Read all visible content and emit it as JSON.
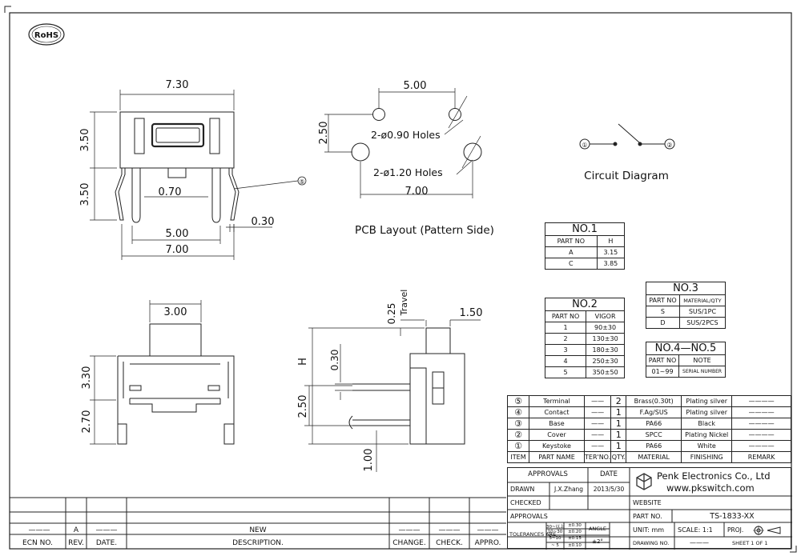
{
  "rohs_logo": "RoHS",
  "views": {
    "top": {
      "width": "7.30",
      "height_upper": "3.50",
      "height_lower": "3.50",
      "pin_gap": "0.70",
      "pin_pitch": "5.00",
      "total_width": "7.00",
      "pin_width": "0.30",
      "callout": "⑤"
    },
    "pcb": {
      "pitch_top": "5.00",
      "row_gap": "2.50",
      "small_holes": "2-ø0.90 Holes",
      "large_holes": "2-ø1.20 Holes",
      "pitch_bottom": "7.00",
      "caption": "PCB Layout (Pattern Side)"
    },
    "circuit": {
      "node1": "①",
      "node2": "②",
      "caption": "Circuit Diagram"
    },
    "front": {
      "knob_width": "3.00",
      "height_upper": "3.30",
      "height_lower": "2.70"
    },
    "side": {
      "travel": "0.25",
      "travel_label": "Travel",
      "knob": "1.50",
      "h": "H",
      "dim_030": "0.30",
      "dim_250": "2.50",
      "dim_100": "1.00"
    }
  },
  "table_no1": {
    "title": "NO.1",
    "headers": [
      "PART NO",
      "H"
    ],
    "rows": [
      [
        "A",
        "3.15"
      ],
      [
        "C",
        "3.85"
      ]
    ]
  },
  "table_no2": {
    "title": "NO.2",
    "headers": [
      "PART NO",
      "VIGOR"
    ],
    "rows": [
      [
        "1",
        "90±30"
      ],
      [
        "2",
        "130±30"
      ],
      [
        "3",
        "180±30"
      ],
      [
        "4",
        "250±30"
      ],
      [
        "5",
        "350±50"
      ]
    ]
  },
  "table_no3": {
    "title": "NO.3",
    "headers": [
      "PART NO",
      "MATERIAL/QTY"
    ],
    "rows": [
      [
        "S",
        "SUS/1PC"
      ],
      [
        "D",
        "SUS/2PCS"
      ]
    ]
  },
  "table_no45": {
    "title": "NO.4—NO.5",
    "headers": [
      "PART NO",
      "NOTE"
    ],
    "rows": [
      [
        "01~99",
        "SERIAL NUMBER"
      ]
    ]
  },
  "bom": {
    "rows": [
      {
        "item": "⑤",
        "name": "Terminal",
        "ter": "——",
        "qty": "2",
        "material": "Brass(0.30t)",
        "finish": "Plating silver",
        "remark": "————"
      },
      {
        "item": "④",
        "name": "Contact",
        "ter": "——",
        "qty": "1",
        "material": "F.Ag/SUS",
        "finish": "Plating silver",
        "remark": "————"
      },
      {
        "item": "③",
        "name": "Base",
        "ter": "——",
        "qty": "1",
        "material": "PA66",
        "finish": "Black",
        "remark": "————"
      },
      {
        "item": "②",
        "name": "Cover",
        "ter": "——",
        "qty": "1",
        "material": "SPCC",
        "finish": "Plating Nickel",
        "remark": "————"
      },
      {
        "item": "①",
        "name": "Keystoke",
        "ter": "——",
        "qty": "1",
        "material": "PA66",
        "finish": "White",
        "remark": "————"
      }
    ],
    "header": {
      "item": "ITEM",
      "name": "PART NAME",
      "ter": "TER'NO.",
      "qty": "QTY.",
      "material": "MATERIAL",
      "finish": "FINISHING",
      "remark": "REMARK"
    }
  },
  "title_block": {
    "approvals": "APPROVALS",
    "date": "DATE",
    "drawn": "DRAWN",
    "drawn_by": "J.X.Zhang",
    "drawn_date": "2013/5/30",
    "checked": "CHECKED",
    "approvals2": "APPROVALS",
    "company": "Penk Electronics Co., Ltd",
    "url": "www.pkswitch.com",
    "website": "WEBSITE",
    "part_no_label": "PART NO.",
    "part_no": "TS-1833-XX",
    "tolerances": "TOLERANCES ARE",
    "tol_ranges": [
      "30~以上",
      "10~30",
      "5~10",
      "~ 5"
    ],
    "tol_values": [
      "±0.30",
      "±0.20",
      "±0.15",
      "±0.10"
    ],
    "angle": "ANGLE",
    "angle_val": "±2°",
    "unit": "UNIT: mm",
    "scale": "SCALE:  1:1",
    "proj": "PROJ.",
    "drawing_no": "DRAWING NO.",
    "drawing_no_val": "———",
    "sheet": "SHEET   1  OF  1"
  },
  "revision": {
    "rev_value": "A",
    "dash": "———",
    "new": "NEW",
    "headers": {
      "ecn": "ECN NO.",
      "rev": "REV.",
      "date": "DATE.",
      "desc": "DESCRIPTION.",
      "change": "CHANGE.",
      "check": "CHECK.",
      "appro": "APPRO."
    }
  }
}
